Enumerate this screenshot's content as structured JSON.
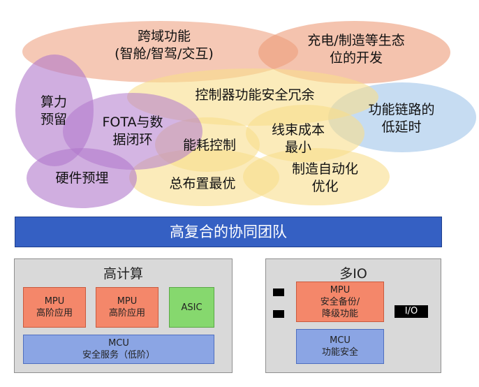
{
  "bubbles": {
    "cross_domain": [
      "跨域功能",
      "(智舱/智驾/交互)"
    ],
    "charging": [
      "充电/制造等生态",
      "位的开发"
    ],
    "compute_reserve": [
      "算力",
      "预留"
    ],
    "safety_redundancy": [
      "控制器功能安全冗余"
    ],
    "low_latency": [
      "功能链路的",
      "低延时"
    ],
    "fota": [
      "FOTA与数",
      "据闭环"
    ],
    "energy_control": [
      "能耗控制"
    ],
    "harness_cost": [
      "线束成本",
      "最小"
    ],
    "hw_preembed": [
      "硬件预埋"
    ],
    "layout_optimal": [
      "总布置最优"
    ],
    "mfg_automation": [
      "制造自动化",
      "优化"
    ]
  },
  "team_bar": "高复合的协同团队",
  "high_compute": {
    "title": "高计算",
    "mpu1": [
      "MPU",
      "高阶应用"
    ],
    "mpu2": [
      "MPU",
      "高阶应用"
    ],
    "asic": "ASIC",
    "mcu": [
      "MCU",
      "安全服务（低阶）"
    ]
  },
  "multi_io": {
    "title": "多IO",
    "mpu": [
      "MPU",
      "安全备份/",
      "降级功能"
    ],
    "mcu": [
      "MCU",
      "功能安全"
    ],
    "io_label": "I/O"
  },
  "colors": {
    "salmon": "#f2b99e",
    "purple": "#c49ad6",
    "yellow": "#fbe3a3",
    "blue": "#b9d4ef",
    "team_bar": "#3560c3"
  }
}
